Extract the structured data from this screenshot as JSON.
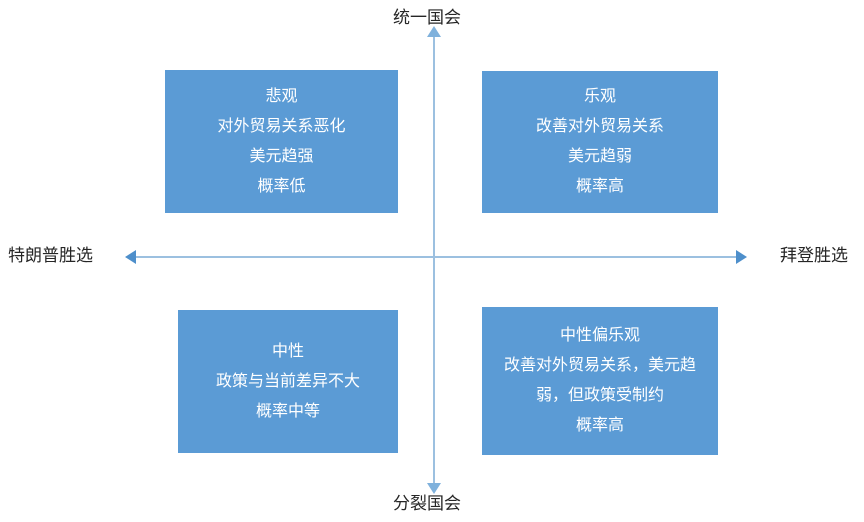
{
  "diagram": {
    "type": "2x2-quadrant-matrix",
    "axes": {
      "vertical": {
        "top_label": "统一国会",
        "bottom_label": "分裂国会"
      },
      "horizontal": {
        "left_label": "特朗普胜选",
        "right_label": "拜登胜选"
      }
    },
    "colors": {
      "box_fill": "#5B9BD5",
      "box_text": "#FFFFFF",
      "axis_line": "#9CC0E0",
      "axis_arrow_horizontal": "#4E8FCB",
      "axis_arrow_vertical": "#7FB1DC",
      "label_text": "#262626",
      "background": "#FFFFFF"
    },
    "quadrants": [
      {
        "position": "top-left",
        "title": "悲观",
        "lines": [
          "悲观",
          "对外贸易关系恶化",
          "美元趋强",
          "概率低"
        ]
      },
      {
        "position": "top-right",
        "title": "乐观",
        "lines": [
          "乐观",
          "改善对外贸易关系",
          "美元趋弱",
          "概率高"
        ]
      },
      {
        "position": "bottom-left",
        "title": "中性",
        "lines": [
          "中性",
          "政策与当前差异不大",
          "概率中等"
        ]
      },
      {
        "position": "bottom-right",
        "title": "中性偏乐观",
        "lines": [
          "中性偏乐观",
          "改善对外贸易关系，美元趋弱，但政策受制约",
          "概率高"
        ]
      }
    ]
  }
}
